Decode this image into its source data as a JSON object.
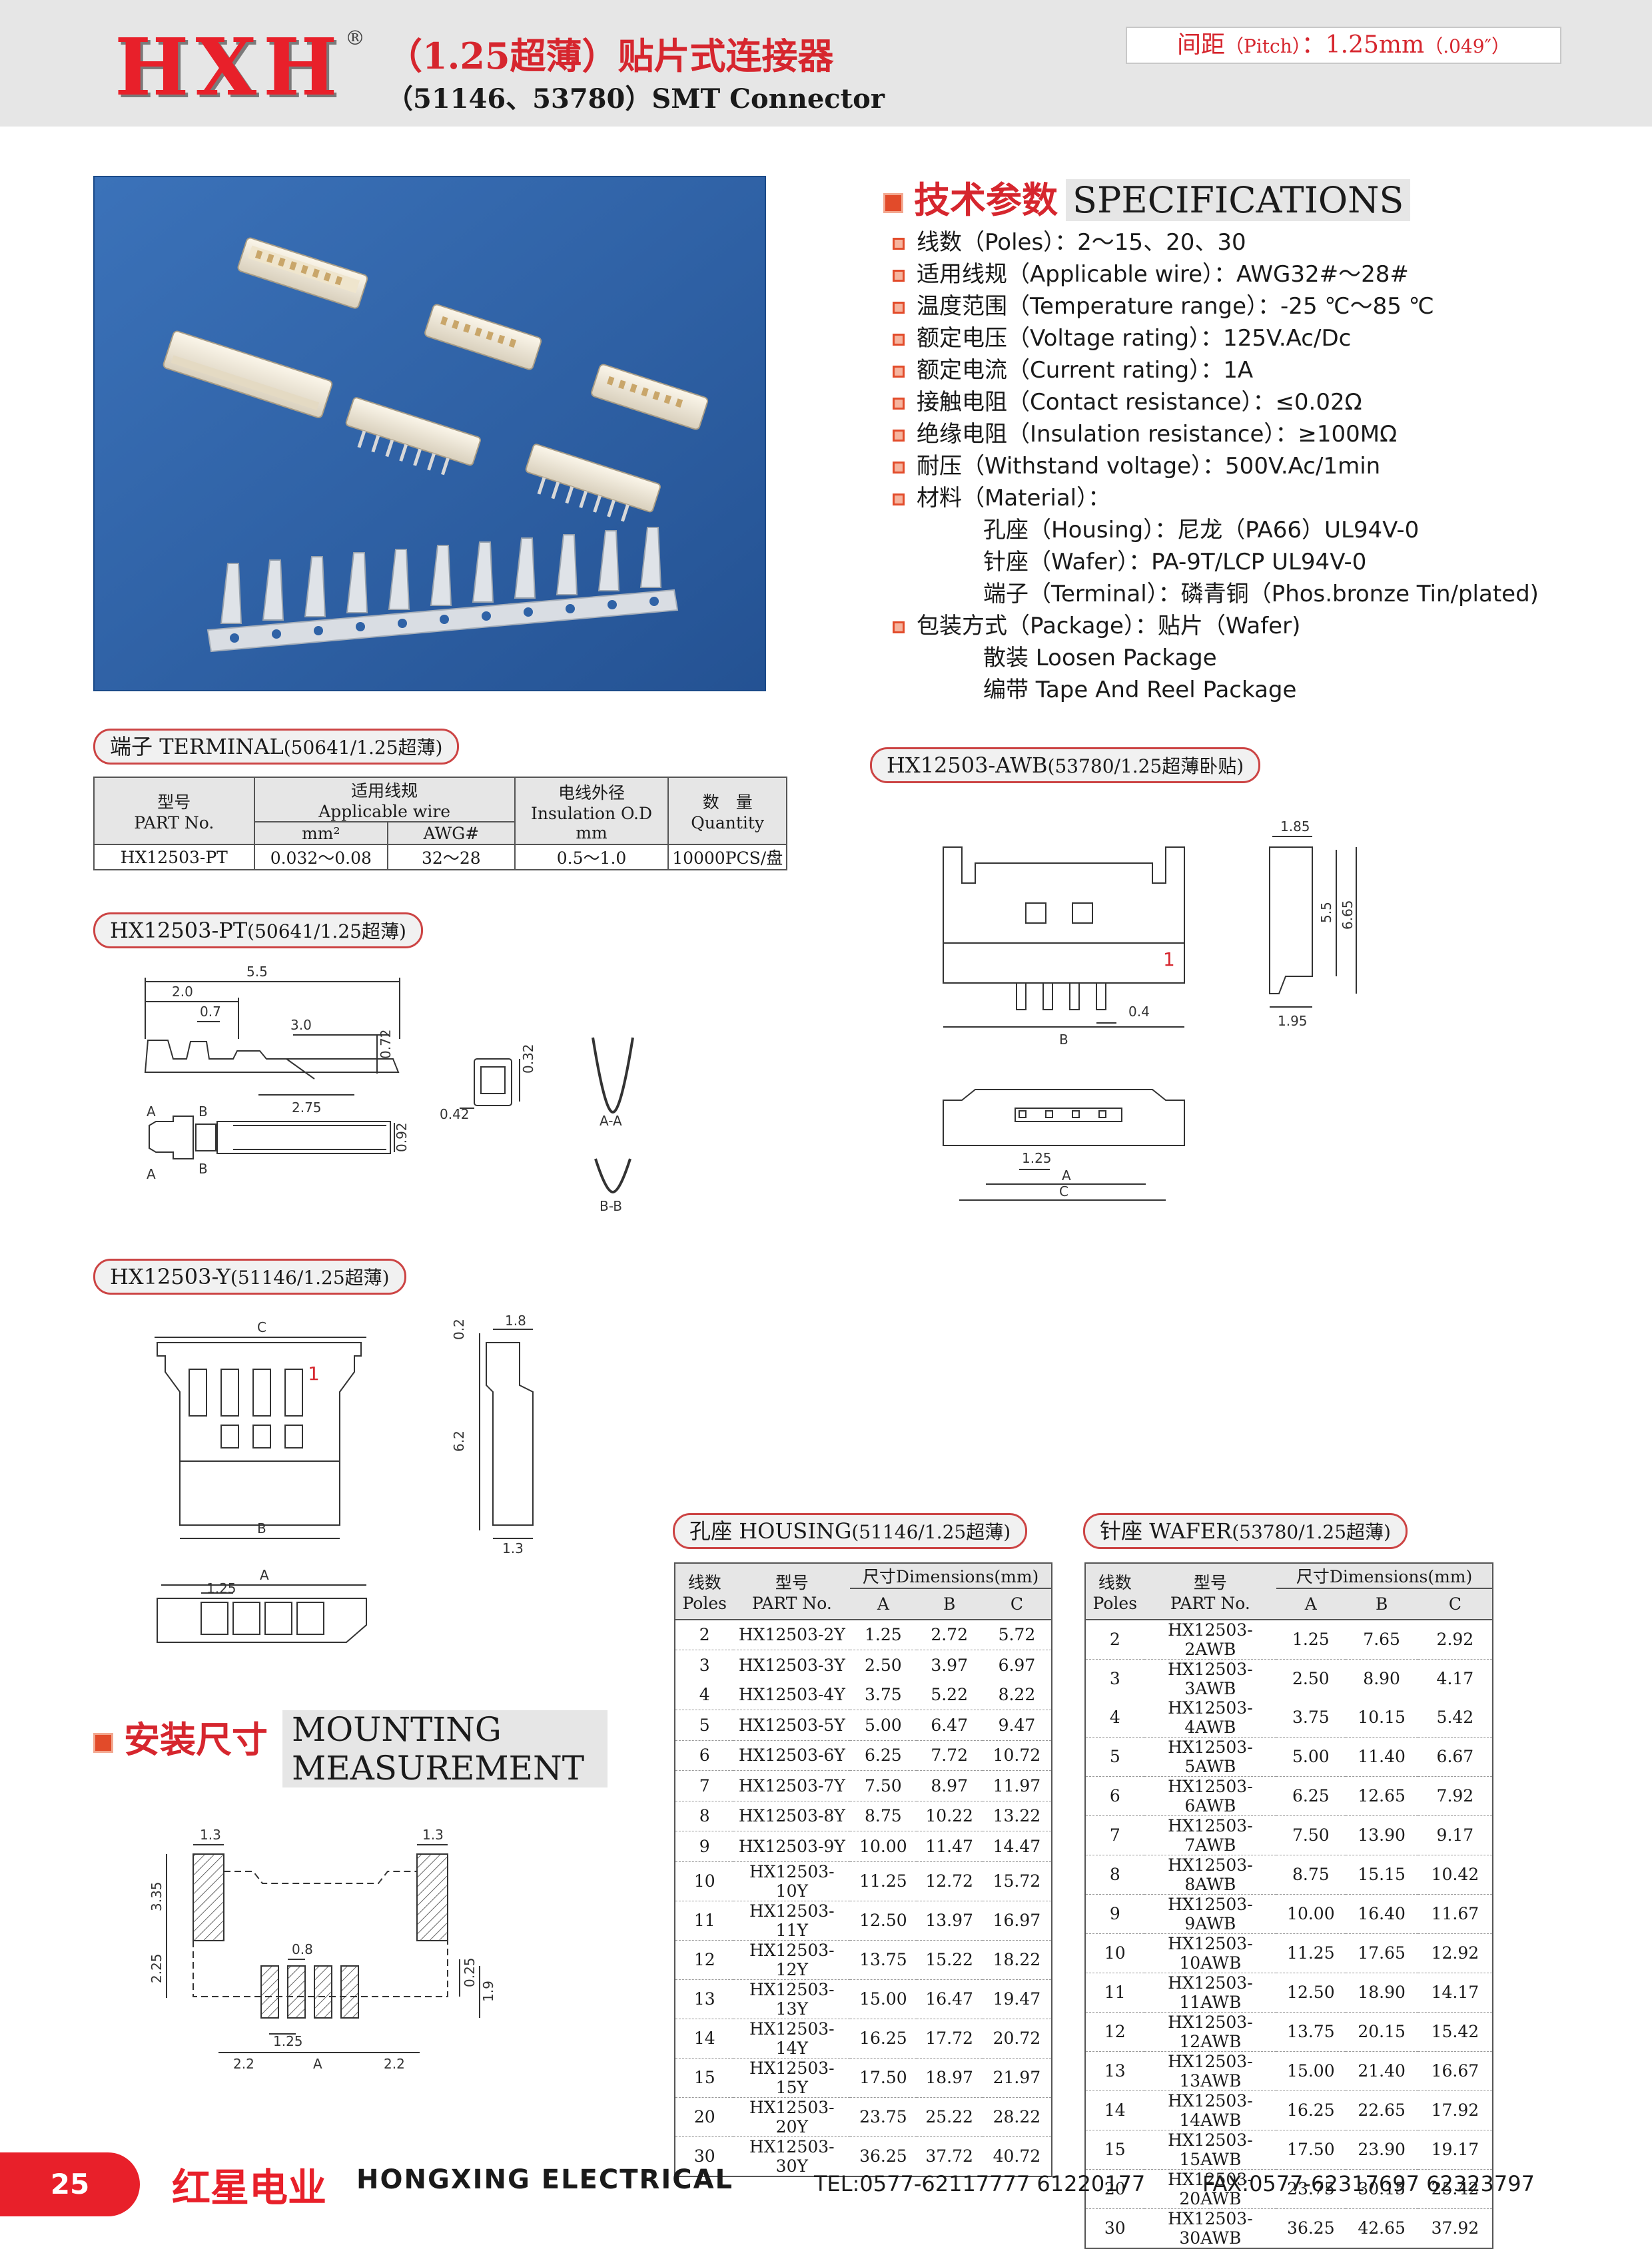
{
  "header": {
    "logo": "HXH",
    "logo_reg": "®",
    "title_cn": "（1.25超薄）贴片式连接器",
    "title_en": "（51146、53780）SMT Connector",
    "pitch_cn": "间距",
    "pitch_paren": "（Pitch）",
    "pitch_colon": "：",
    "pitch_value": "1.25mm",
    "pitch_inch": "（.049″）"
  },
  "specs": {
    "heading_cn": "技术参数",
    "heading_en": "SPECIFICATIONS",
    "lines": [
      "线数（Poles）：2～15、20、30",
      "适用线规（Applicable wire）：AWG32#～28#",
      "温度范围（Temperature range）：-25 ℃～85 ℃",
      "额定电压（Voltage rating）：125V.Ac/Dc",
      "额定电流（Current rating）：1A",
      "接触电阻（Contact resistance）：≤0.02Ω",
      "绝缘电阻（Insulation resistance）：≥100MΩ",
      "耐压（Withstand voltage）：500V.Ac/1min",
      "材料（Material）："
    ],
    "material_lines": [
      "孔座（Housing）：尼龙（PA66）UL94V-0",
      "针座（Wafer）：PA-9T/LCP  UL94V-0",
      "端子（Terminal）：磷青铜（Phos.bronze Tin/plated)"
    ],
    "package_line": "包装方式（Package）：贴片（Wafer)",
    "package_sub": [
      "散装 Loosen Package",
      "编带 Tape And Reel Package"
    ]
  },
  "terminal": {
    "label_cn": "端子",
    "label_en": "TERMINAL",
    "label_paren": "(50641/1.25超薄)",
    "head_part_cn": "型号",
    "head_part_en": "PART No.",
    "head_wire_cn": "适用线规",
    "head_wire_en": "Applicable wire",
    "head_mm": "mm²",
    "head_awg": "AWG#",
    "head_od_cn": "电线外径",
    "head_od_en": "Insulation O.D",
    "head_od_unit": "mm",
    "head_qty_cn": "数　量",
    "head_qty_en": "Quantity",
    "row": [
      "HX12503-PT",
      "0.032～0.08",
      "32～28",
      "0.5～1.0",
      "10000PCS/盘"
    ]
  },
  "pt_drawing": {
    "label": "HX12503-PT",
    "label_paren": "(50641/1.25超薄)",
    "dims": [
      "5.5",
      "2.0",
      "0.7",
      "3.0",
      "0.72",
      "2.75",
      "0.32",
      "0.42",
      "0.92"
    ],
    "marks": [
      "A",
      "B",
      "A",
      "B",
      "A-A",
      "B-B"
    ]
  },
  "y_drawing": {
    "label": "HX12503-Y",
    "label_paren": "(51146/1.25超薄)",
    "dims": [
      "C",
      "B",
      "A",
      "1.25",
      "0.2",
      "1.8",
      "6.2",
      "1.3"
    ],
    "pin_mark": "1"
  },
  "awb_drawing": {
    "label": "HX12503-AWB",
    "label_paren": "(53780/1.25超薄卧贴)",
    "dims": [
      "1.85",
      "5.5",
      "6.65",
      "1.95",
      "B",
      "0.4",
      "1.25",
      "A",
      "C"
    ],
    "pin_mark": "1"
  },
  "mounting": {
    "heading_cn": "安装尺寸",
    "heading_en_1": "MOUNTING",
    "heading_en_2": "MEASUREMENT",
    "dims": [
      "1.3",
      "1.3",
      "3.35",
      "2.25",
      "0.8",
      "0.25",
      "1.9",
      "1.25",
      "2.2",
      "A",
      "2.2"
    ]
  },
  "housing": {
    "label_cn": "孔座",
    "label_en": "HOUSING",
    "label_paren": "(51146/1.25超薄)",
    "head_poles_cn": "线数",
    "head_poles_en": "Poles",
    "head_part_cn": "型号",
    "head_part_en": "PART No.",
    "head_dims": "尺寸Dimensions(mm)",
    "head_a": "A",
    "head_b": "B",
    "head_c": "C",
    "rows": [
      [
        "2",
        "HX12503-2Y",
        "1.25",
        "2.72",
        "5.72"
      ],
      [
        "3",
        "HX12503-3Y",
        "2.50",
        "3.97",
        "6.97"
      ],
      [
        "4",
        "HX12503-4Y",
        "3.75",
        "5.22",
        "8.22"
      ],
      [
        "5",
        "HX12503-5Y",
        "5.00",
        "6.47",
        "9.47"
      ],
      [
        "6",
        "HX12503-6Y",
        "6.25",
        "7.72",
        "10.72"
      ],
      [
        "7",
        "HX12503-7Y",
        "7.50",
        "8.97",
        "11.97"
      ],
      [
        "8",
        "HX12503-8Y",
        "8.75",
        "10.22",
        "13.22"
      ],
      [
        "9",
        "HX12503-9Y",
        "10.00",
        "11.47",
        "14.47"
      ],
      [
        "10",
        "HX12503-10Y",
        "11.25",
        "12.72",
        "15.72"
      ],
      [
        "11",
        "HX12503-11Y",
        "12.50",
        "13.97",
        "16.97"
      ],
      [
        "12",
        "HX12503-12Y",
        "13.75",
        "15.22",
        "18.22"
      ],
      [
        "13",
        "HX12503-13Y",
        "15.00",
        "16.47",
        "19.47"
      ],
      [
        "14",
        "HX12503-14Y",
        "16.25",
        "17.72",
        "20.72"
      ],
      [
        "15",
        "HX12503-15Y",
        "17.50",
        "18.97",
        "21.97"
      ],
      [
        "20",
        "HX12503-20Y",
        "23.75",
        "25.22",
        "28.22"
      ],
      [
        "30",
        "HX12503-30Y",
        "36.25",
        "37.72",
        "40.72"
      ]
    ]
  },
  "wafer": {
    "label_cn": "针座",
    "label_en": "WAFER",
    "label_paren": "(53780/1.25超薄)",
    "head_poles_cn": "线数",
    "head_poles_en": "Poles",
    "head_part_cn": "型号",
    "head_part_en": "PART No.",
    "head_dims": "尺寸Dimensions(mm)",
    "head_a": "A",
    "head_b": "B",
    "head_c": "C",
    "rows": [
      [
        "2",
        "HX12503-2AWB",
        "1.25",
        "7.65",
        "2.92"
      ],
      [
        "3",
        "HX12503-3AWB",
        "2.50",
        "8.90",
        "4.17"
      ],
      [
        "4",
        "HX12503-4AWB",
        "3.75",
        "10.15",
        "5.42"
      ],
      [
        "5",
        "HX12503-5AWB",
        "5.00",
        "11.40",
        "6.67"
      ],
      [
        "6",
        "HX12503-6AWB",
        "6.25",
        "12.65",
        "7.92"
      ],
      [
        "7",
        "HX12503-7AWB",
        "7.50",
        "13.90",
        "9.17"
      ],
      [
        "8",
        "HX12503-8AWB",
        "8.75",
        "15.15",
        "10.42"
      ],
      [
        "9",
        "HX12503-9AWB",
        "10.00",
        "16.40",
        "11.67"
      ],
      [
        "10",
        "HX12503-10AWB",
        "11.25",
        "17.65",
        "12.92"
      ],
      [
        "11",
        "HX12503-11AWB",
        "12.50",
        "18.90",
        "14.17"
      ],
      [
        "12",
        "HX12503-12AWB",
        "13.75",
        "20.15",
        "15.42"
      ],
      [
        "13",
        "HX12503-13AWB",
        "15.00",
        "21.40",
        "16.67"
      ],
      [
        "14",
        "HX12503-14AWB",
        "16.25",
        "22.65",
        "17.92"
      ],
      [
        "15",
        "HX12503-15AWB",
        "17.50",
        "23.90",
        "19.17"
      ],
      [
        "20",
        "HX12503-20AWB",
        "23.75",
        "30.15",
        "25.42"
      ],
      [
        "30",
        "HX12503-30AWB",
        "36.25",
        "42.65",
        "37.92"
      ]
    ]
  },
  "footer": {
    "page": "25",
    "brand_cn": "红星电业",
    "brand_en": "HONGXING ELECTRICAL",
    "tel": "TEL:0577-62117777  61220177",
    "fax": "FAX:0577-62317697  62323797"
  },
  "colors": {
    "brand_red": "#e8202a",
    "photo_bg": "#2f62a6",
    "header_gray": "#e6e6e6"
  }
}
